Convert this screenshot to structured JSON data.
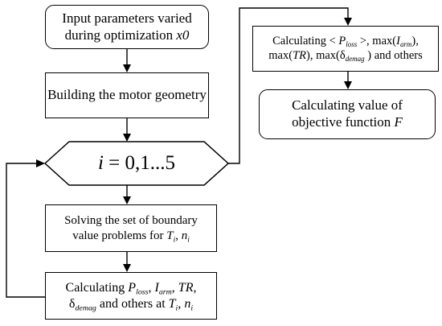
{
  "nodes": {
    "input_params": {
      "text": "Input parameters varied during optimization ",
      "var": "x0"
    },
    "build_geometry": {
      "text": "Building the motor geometry"
    },
    "loop": {
      "var": "i",
      "range": "=  0,1...5"
    },
    "solve": {
      "text": "Solving the set of boundary value problems for ",
      "t": "T",
      "t_sub": "i",
      "sep": ", ",
      "n": "n",
      "n_sub": "i"
    },
    "calc_loss": {
      "p": "P",
      "p_sub": "loss",
      "sep1": ", ",
      "i": "I",
      "i_sub": "arm",
      "sep2": ", ",
      "tr": "TR",
      "sep3": ",",
      "delta": "δ",
      "delta_sub": "demag",
      "tail": " and others at ",
      "t": "T",
      "t_sub": "i",
      "sep4": ", ",
      "n": "n",
      "n_sub": "i"
    },
    "calc_max": {
      "pre": "Calculating < ",
      "p": "P",
      "p_sub": "loss",
      "gt": " >, max(",
      "i": "I",
      "i_sub": "arm",
      "cl1": "),",
      "max_tr": "max(",
      "tr": "TR",
      "cl2": "), max(",
      "delta": "δ",
      "delta_sub": "demag",
      "tail": " ) and others"
    },
    "objective": {
      "text": "Calculating value of objective function ",
      "var": "F"
    }
  },
  "labels": {
    "calculating": "Calculating "
  }
}
